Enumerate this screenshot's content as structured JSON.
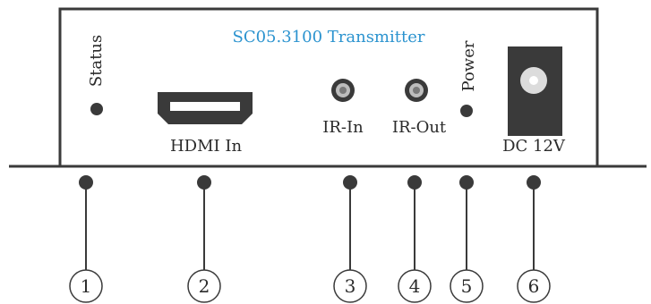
{
  "device": {
    "title": "SC05.3100 Transmitter",
    "title_color": "#2b93cf",
    "body_color": "#ffffff",
    "outline_color": "#3a3a3a"
  },
  "ports": [
    {
      "label": "Status",
      "icon": "led-indicator",
      "callout": "1"
    },
    {
      "label": "HDMI In",
      "icon": "hdmi-port",
      "callout": "2"
    },
    {
      "label": "IR-In",
      "icon": "ir-jack",
      "callout": "3"
    },
    {
      "label": "IR-Out",
      "icon": "ir-jack",
      "callout": "4"
    },
    {
      "label": "Power",
      "icon": "led-indicator",
      "callout": "5"
    },
    {
      "label": "DC 12V",
      "icon": "dc-power-jack",
      "callout": "6"
    }
  ]
}
